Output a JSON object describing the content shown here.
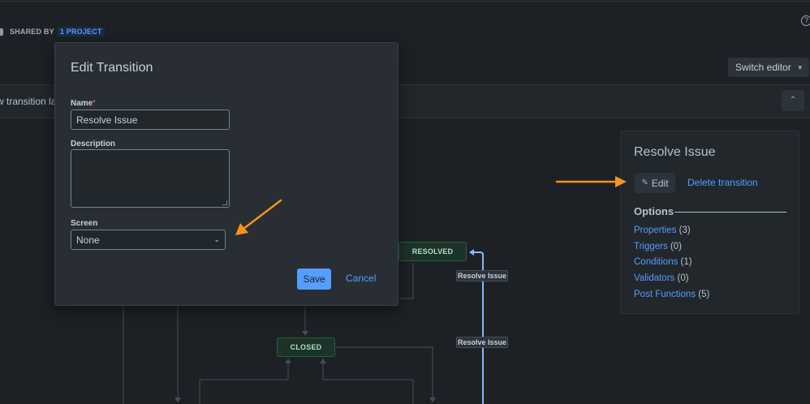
{
  "header": {
    "shared_label": "SHARED BY",
    "shared_project": "1 PROJECT",
    "help_icon": "?",
    "switch_editor": "Switch editor"
  },
  "toolbar": {
    "truncated_text": "w transition la"
  },
  "diagram": {
    "nodes": {
      "resolved": "RESOLVED",
      "closed": "CLOSED"
    },
    "transition_labels": [
      "Resolve Issue",
      "Resolve Issue"
    ]
  },
  "panel": {
    "title": "Resolve Issue",
    "edit_label": "Edit",
    "delete_label": "Delete transition",
    "options_heading": "Options",
    "options": [
      {
        "label": "Properties",
        "count": "(3)"
      },
      {
        "label": "Triggers",
        "count": "(0)"
      },
      {
        "label": "Conditions",
        "count": "(1)"
      },
      {
        "label": "Validators",
        "count": "(0)"
      },
      {
        "label": "Post Functions",
        "count": "(5)"
      }
    ]
  },
  "modal": {
    "title": "Edit Transition",
    "name_label": "Name",
    "required_mark": "*",
    "name_value": "Resolve Issue",
    "description_label": "Description",
    "description_value": "",
    "screen_label": "Screen",
    "screen_value": "None",
    "save_label": "Save",
    "cancel_label": "Cancel"
  },
  "colors": {
    "background": "#1d2125",
    "accent": "#579dff",
    "annotation_arrow": "#f5931e",
    "status_node": "#1c3329"
  }
}
